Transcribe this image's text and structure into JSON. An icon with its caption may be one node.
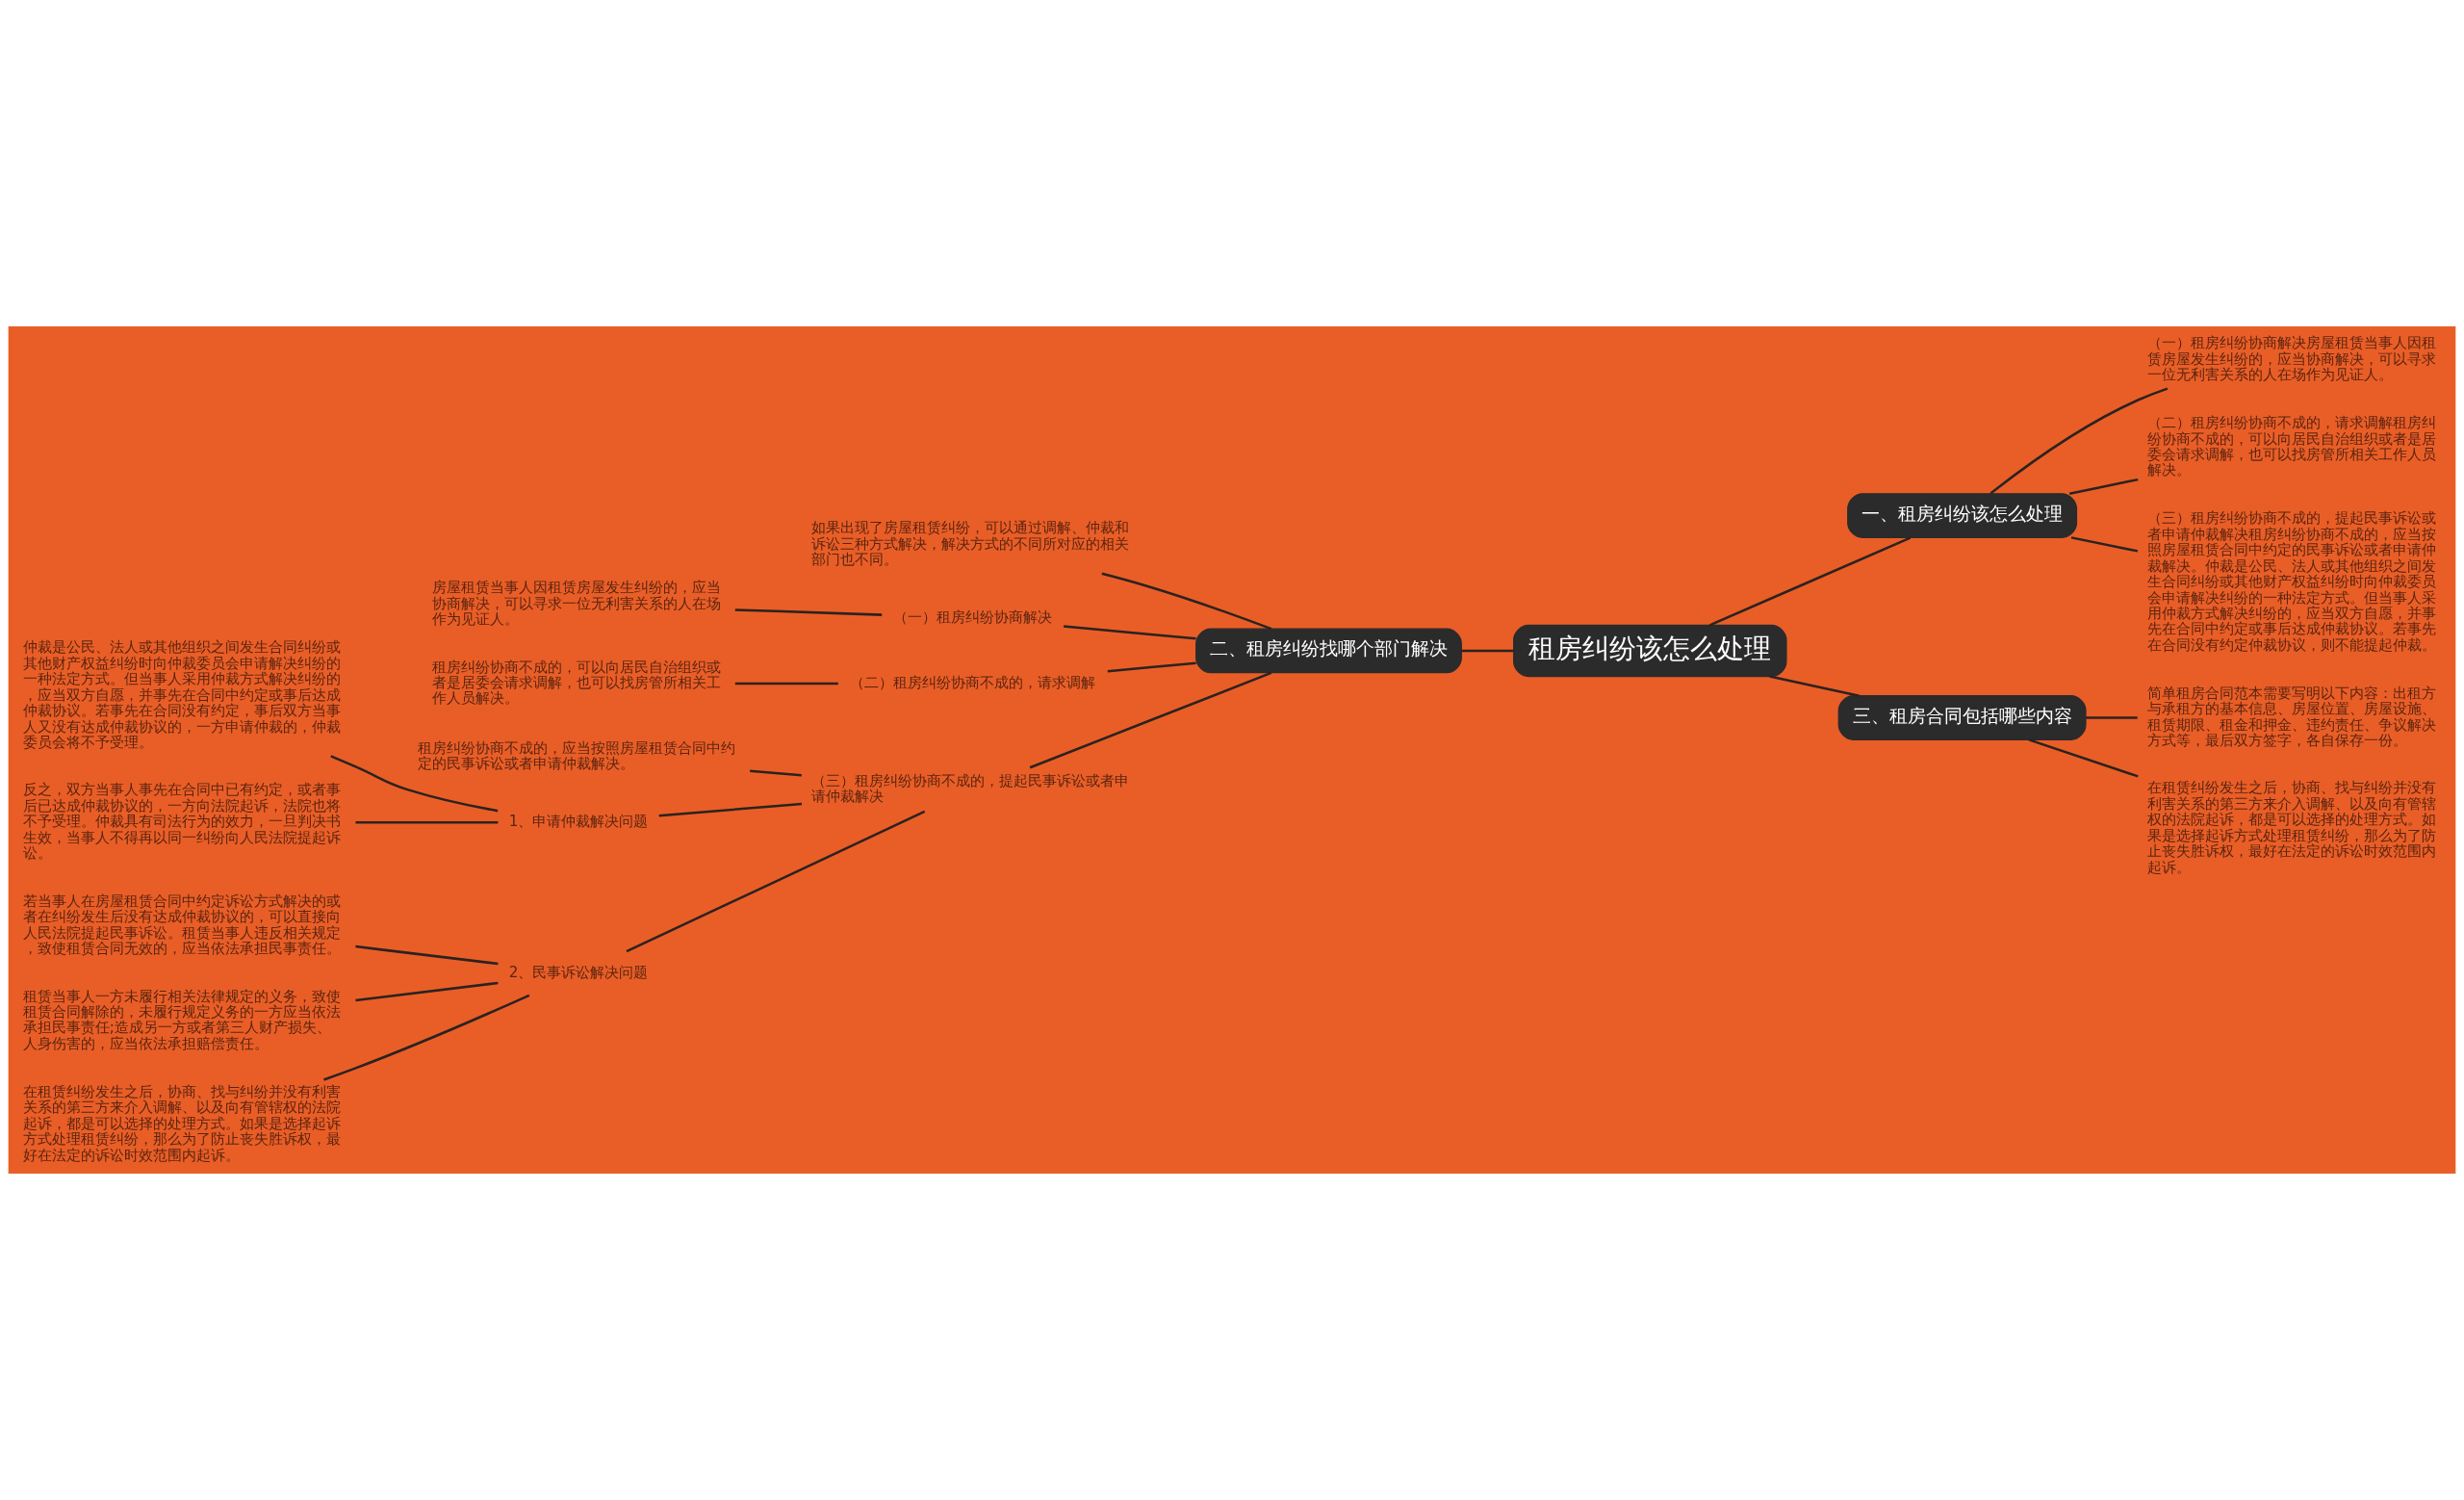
{
  "diagram": {
    "nodes": [
      {
        "text": [
          "租房纠纷该怎么处理"
        ]
      },
      {
        "text": [
          "一、租房纠纷该怎么处理"
        ]
      },
      {
        "text": [
          "（一）租房纠纷协商解决房屋租赁当事人因租赁房屋发生纠纷的，应当协商解决，可以寻求一位无利害关系的人在场作为见证人。"
        ]
      },
      {
        "text": [
          "（二）租房纠纷协商不成的，请求调解租房纠纷协商不成的，可以向居民自治组织或者是居委会请求调解，也可以找房管所相关工作人员解决。"
        ]
      },
      {
        "text": [
          "（三）租房纠纷协商不成的，提起民事诉讼或者申请仲裁解决租房纠纷协商不成的，应当按照房屋租赁合同中约定的民事诉讼或者申请仲裁解决。仲裁是公民、法人或其他组织之间发生合同纠纷或其他财产权益纠纷时向仲裁委员会申请解决纠纷的一种法定方式。但当事人采用仲裁方式解决纠纷的，应当双方自愿，并事先在合同中约定或事后达成仲裁协议。若事先在合同没有约定仲裁协议，则不能提起仲裁。"
        ]
      },
      {
        "text": [
          "三、租房合同包括哪些内容"
        ]
      },
      {
        "text": [
          "简单租房合同范本需要写明以下内容：出租方与承租方的基本信息、房屋位置、房屋设施、租赁期限、租金和押金、违约责任、争议解决方式等，最后双方签字，各自保存一份。"
        ]
      },
      {
        "text": [
          "在租赁纠纷发生之后，协商、找与纠纷并没有利害关系的第三方来介入调解、以及向有管辖权的法院起诉，都是可以选择的处理方式。如果是选择起诉方式处理租赁纠纷，那么为了防止丧失胜诉权，最好在法定的诉讼时效范围内起诉。"
        ]
      },
      {
        "text": [
          "二、租房纠纷找哪个部门解决"
        ]
      },
      {
        "text": [
          "如果出现了房屋租赁纠纷，可以通过调解、仲裁和诉讼三种方式解决，解决方式的不同所对应的相关部门也不同。"
        ]
      },
      {
        "text": [
          "（一）租房纠纷协商解决"
        ]
      },
      {
        "text": [
          "房屋租赁当事人因租赁房屋发生纠纷的，应当协商解决，可以寻求一位无利害关系的人在场作为见证人。"
        ]
      },
      {
        "text": [
          "（二）租房纠纷协商不成的，请求调解"
        ]
      },
      {
        "text": [
          "租房纠纷协商不成的，可以向居民自治组织或者是居委会请求调解，也可以找房管所相关工作人员解决。"
        ]
      },
      {
        "text": [
          "（三）租房纠纷协商不成的，提起民事诉讼或者申请仲裁解决"
        ]
      },
      {
        "text": [
          "租房纠纷协商不成的，应当按照房屋租赁合同中约定的民事诉讼或者申请仲裁解决。"
        ]
      },
      {
        "text": [
          "1、申请仲裁解决问题"
        ]
      },
      {
        "text": [
          "仲裁是公民、法人或其他组织之间发生合同纠纷或其他财产权益纠纷时向仲裁委员会申请解决纠纷的一种法定方式。但当事人采用仲裁方式解决纠纷的，应当双方自愿，并事先在合同中约定或事后达成仲裁协议。若事先在合同没有约定，事后双方当事人又没有达成仲裁协议的，一方申请仲裁的，仲裁委员会将不予受理。"
        ]
      },
      {
        "text": [
          "反之，双方当事人事先在合同中已有约定，或者事后已达成仲裁协议的，一方向法院起诉，法院也将不予受理。仲裁具有司法行为的效力，一旦判决书生效，当事人不得再以同一纠纷向人民法院提起诉讼。"
        ]
      },
      {
        "text": [
          "2、民事诉讼解决问题"
        ]
      },
      {
        "text": [
          "若当事人在房屋租赁合同中约定诉讼方式解决的或者在纠纷发生后没有达成仲裁协议的，可以直接向人民法院提起民事诉讼。租赁当事人违反相关规定，致使租赁合同无效的，应当依法承担民事责任。"
        ]
      },
      {
        "text": [
          "租赁当事人一方未履行相关法律规定的义务，致使租赁合同解除的，未履行规定义务的一方应当依法承担民事责任;造成另一方或者第三人财产损失、人身伤害的，应当依法承担赔偿责任。"
        ]
      },
      {
        "text": [
          "在租赁纠纷发生之后，协商、找与纠纷并没有利害关系的第三方来介入调解、以及向有管辖权的法院起诉，都是可以选择的处理方式。如果是选择起诉方式处理租赁纠纷，那么为了防止丧失胜诉权，最好在法定的诉讼时效范围内起诉。"
        ]
      }
    ],
    "edges": [
      {
        "from": 0,
        "to": 1,
        "arrow": "none"
      },
      {
        "from": 1,
        "to": 2,
        "arrow": "none"
      },
      {
        "from": 1,
        "to": 3,
        "arrow": "none"
      },
      {
        "from": 1,
        "to": 4,
        "arrow": "none"
      },
      {
        "from": 0,
        "to": 5,
        "arrow": "none"
      },
      {
        "from": 5,
        "to": 6,
        "arrow": "none"
      },
      {
        "from": 5,
        "to": 7,
        "arrow": "none"
      },
      {
        "from": 0,
        "to": 8,
        "arrow": "none"
      },
      {
        "from": 8,
        "to": 9,
        "arrow": "none"
      },
      {
        "from": 8,
        "to": 10,
        "arrow": "none"
      },
      {
        "from": 10,
        "to": 11,
        "arrow": "none"
      },
      {
        "from": 8,
        "to": 12,
        "arrow": "none"
      },
      {
        "from": 12,
        "to": 13,
        "arrow": "none"
      },
      {
        "from": 8,
        "to": 14,
        "arrow": "none"
      },
      {
        "from": 14,
        "to": 15,
        "arrow": "none"
      },
      {
        "from": 14,
        "to": 16,
        "arrow": "none"
      },
      {
        "from": 16,
        "to": 17,
        "arrow": "none"
      },
      {
        "from": 16,
        "to": 18,
        "arrow": "none"
      },
      {
        "from": 14,
        "to": 19,
        "arrow": "none"
      },
      {
        "from": 19,
        "to": 20,
        "arrow": "none"
      },
      {
        "from": 19,
        "to": 21,
        "arrow": "none"
      },
      {
        "from": 19,
        "to": 22,
        "arrow": "none"
      }
    ]
  }
}
